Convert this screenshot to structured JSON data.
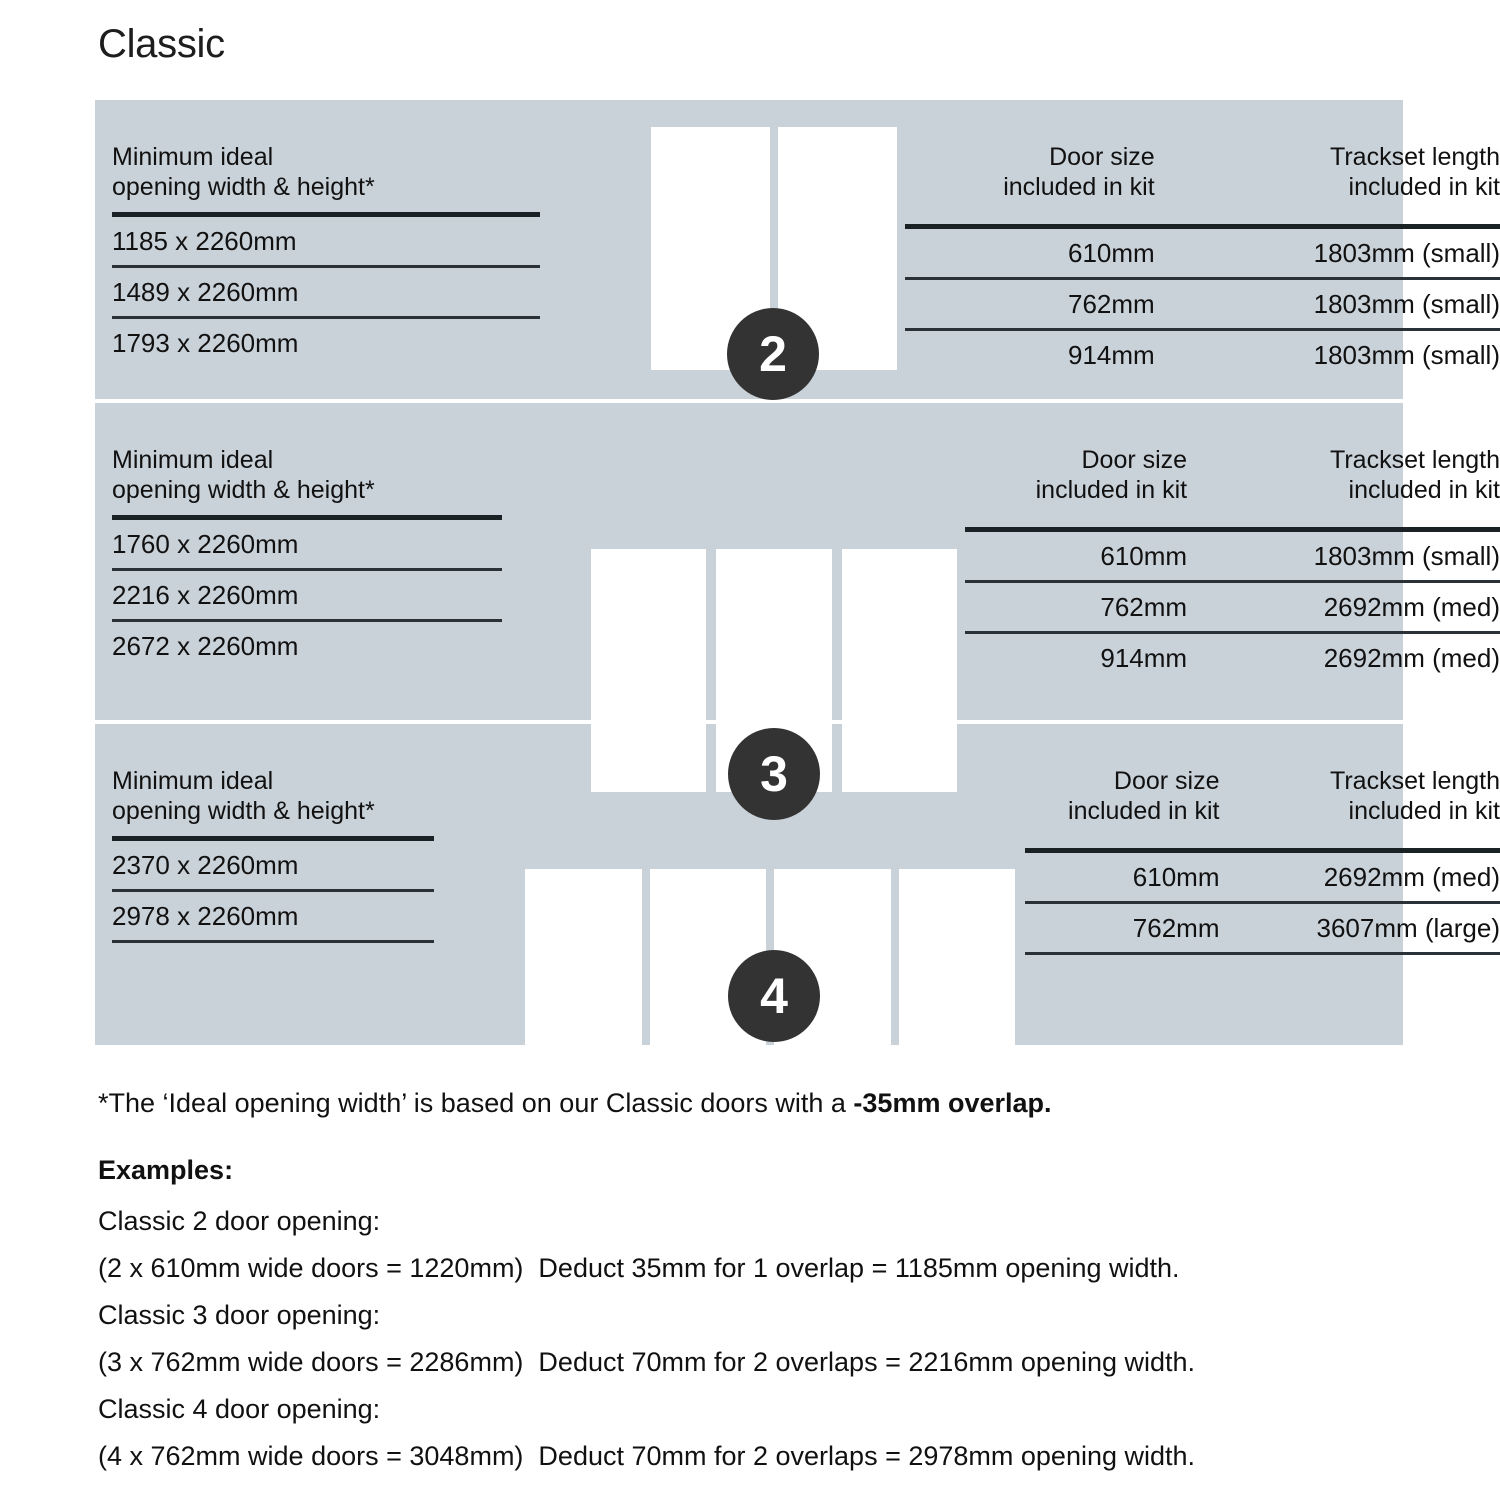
{
  "page": {
    "title": "Classic",
    "panel_color": "#c9d1d9",
    "badge_color": "#333333",
    "door_color": "#ffffff"
  },
  "column_headers": {
    "opening": "Minimum ideal\nopening width & height*",
    "door_size": "Door size\nincluded in kit",
    "trackset": "Trackset length\nincluded in kit"
  },
  "sections": [
    {
      "badge": "2",
      "door_count": 2,
      "headers": {
        "opening": "Minimum ideal\nopening width & height*",
        "door_size": "Door size\nincluded in kit",
        "trackset": "Trackset length\nincluded in kit"
      },
      "rows": [
        {
          "opening": "1185 x 2260mm",
          "door_size": "610mm",
          "trackset": "1803mm (small)"
        },
        {
          "opening": "1489 x 2260mm",
          "door_size": "762mm",
          "trackset": "1803mm (small)"
        },
        {
          "opening": "1793 x 2260mm",
          "door_size": "914mm",
          "trackset": "1803mm (small)"
        }
      ]
    },
    {
      "badge": "3",
      "door_count": 3,
      "headers": {
        "opening": "Minimum ideal\nopening width & height*",
        "door_size": "Door size\nincluded in kit",
        "trackset": "Trackset length\nincluded in kit"
      },
      "rows": [
        {
          "opening": "1760 x 2260mm",
          "door_size": "610mm",
          "trackset": "1803mm (small)"
        },
        {
          "opening": "2216 x 2260mm",
          "door_size": "762mm",
          "trackset": "2692mm (med)"
        },
        {
          "opening": "2672 x 2260mm",
          "door_size": "914mm",
          "trackset": "2692mm (med)"
        }
      ]
    },
    {
      "badge": "4",
      "door_count": 4,
      "headers": {
        "opening": "Minimum ideal\nopening width & height*",
        "door_size": "Door size\nincluded in kit",
        "trackset": "Trackset length\nincluded in kit"
      },
      "rows": [
        {
          "opening": "2370 x 2260mm",
          "door_size": "610mm",
          "trackset": "2692mm (med)"
        },
        {
          "opening": "2978 x 2260mm",
          "door_size": "762mm",
          "trackset": "3607mm (large)"
        }
      ]
    }
  ],
  "footnote": {
    "text_normal": "*The ‘Ideal opening width’ is based on our Classic doors with a ",
    "text_bold": "-35mm overlap."
  },
  "examples": {
    "heading": "Examples:",
    "lines": [
      "Classic 2 door opening:",
      "(2 x 610mm wide doors = 1220mm)  Deduct 35mm for 1 overlap = 1185mm opening width.",
      "Classic 3 door opening:",
      "(3 x 762mm wide doors = 2286mm)  Deduct 70mm for 2 overlaps = 2216mm opening width.",
      "Classic 4 door opening:",
      "(4 x 762mm wide doors = 3048mm)  Deduct 70mm for 2 overlaps = 2978mm opening width."
    ]
  }
}
